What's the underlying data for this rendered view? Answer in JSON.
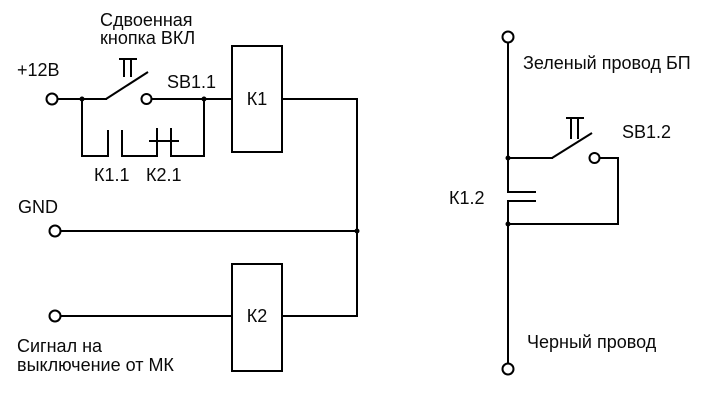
{
  "colors": {
    "background": "#ffffff",
    "line": "#000000",
    "text": "#0a0a0a"
  },
  "left_circuit": {
    "supply_terminal_label": "+12В",
    "button_caption": {
      "line1": "Сдвоенная",
      "line2": "кнопка ВКЛ"
    },
    "button_label": "SB1.1",
    "relay1_coil_label": "К1",
    "holding_contact_label": "К1.1",
    "blocking_contact_label": "К2.1",
    "ground_terminal_label": "GND",
    "signal_caption": {
      "line1": "Сигнал на",
      "line2": "выключение от МК"
    },
    "relay2_coil_label": "К2"
  },
  "right_circuit": {
    "top_terminal_caption": "Зеленый провод БП",
    "button_label": "SB1.2",
    "contact_label": "К1.2",
    "bottom_terminal_caption": "Черный провод"
  }
}
